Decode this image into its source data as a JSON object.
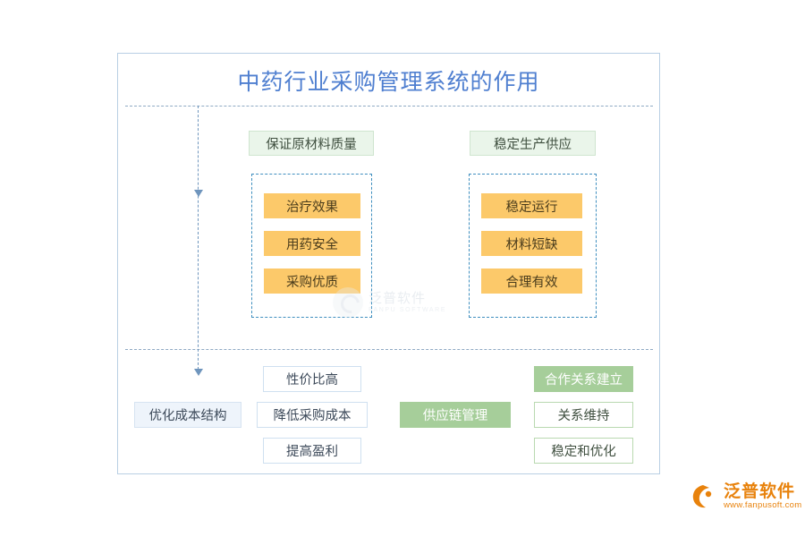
{
  "diagram": {
    "title": "中药行业采购管理系统的作用",
    "sections": {
      "top": {
        "branch_a": {
          "header": "保证原材料质量",
          "items": [
            "治疗效果",
            "用药安全",
            "采购优质"
          ]
        },
        "branch_b": {
          "header": "稳定生产供应",
          "items": [
            "稳定运行",
            "材料短缺",
            "合理有效"
          ]
        }
      },
      "bottom": {
        "branch_c": {
          "header": "优化成本结构",
          "items": [
            "性价比高",
            "降低采购成本",
            "提高盈利"
          ]
        },
        "branch_d": {
          "header": "供应链管理",
          "items": [
            "合作关系建立",
            "关系维持",
            "稳定和优化"
          ]
        }
      }
    }
  },
  "watermark": {
    "cn": "泛普软件",
    "en": "FANPU SOFTWARE"
  },
  "brand": {
    "cn": "泛普软件",
    "url": "www.fanpusoft.com"
  },
  "colors": {
    "title": "#4f7fd0",
    "orange": "#fcc96a",
    "green_light": "#eaf5ea",
    "green_solid": "#a6ce9a",
    "blue_light": "#eef4fb",
    "dash": "#3f8fbf",
    "brand": "#e8820c"
  }
}
